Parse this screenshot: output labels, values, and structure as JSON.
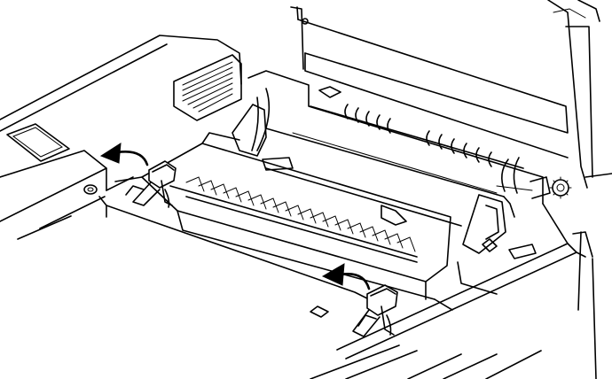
{
  "illustration": {
    "subject": "printer-interior-fuser-cover-removal",
    "ink_color": "#000000",
    "paper_color": "#ffffff",
    "arrows": [
      {
        "name": "left-lever-arrow",
        "direction": "counterclockwise"
      },
      {
        "name": "right-lever-arrow",
        "direction": "counterclockwise"
      }
    ],
    "icons": [
      "curved-arrow-icon",
      "release-lever-icon",
      "gear-icon"
    ]
  }
}
